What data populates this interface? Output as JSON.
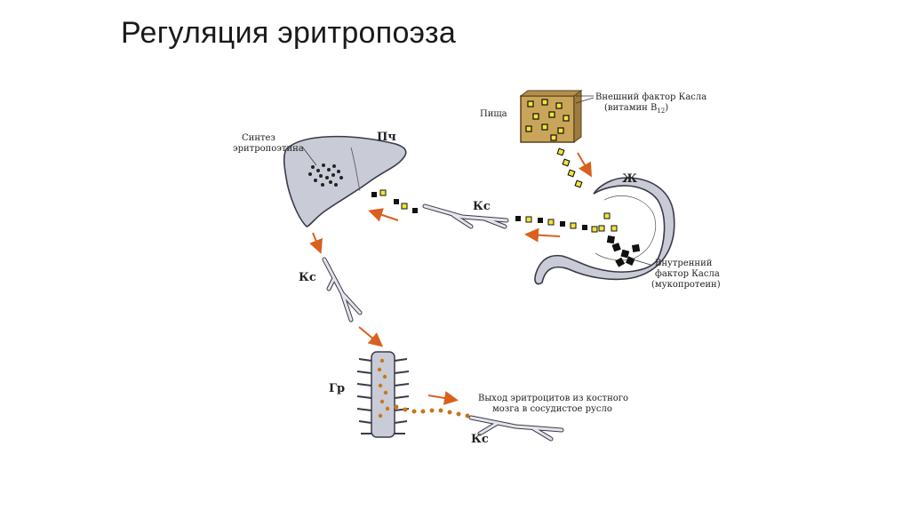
{
  "slide": {
    "title": "Регуляция эритропоэза"
  },
  "diagram": {
    "liver": {
      "abbr": "Пч",
      "synth_line1": "Синтез",
      "synth_line2": "эритропоэтина"
    },
    "food": {
      "label": "Пища",
      "ext_factor_line1": "Внешний фактор Касла",
      "ext_factor_line2": "(витамин B",
      "ext_factor_sub": "12",
      "ext_factor_close": ")"
    },
    "stomach": {
      "abbr": "Ж",
      "int_factor_line1": "Внутренний",
      "int_factor_line2": "фактор Касла",
      "int_factor_line3": "(мукопротеин)"
    },
    "vessels": {
      "ks_top": "Кс",
      "ks_left": "Кс",
      "ks_bottom": "Кс"
    },
    "bone_marrow": {
      "abbr": "Гр",
      "exit_line1": "Выход эритроцитов из костного",
      "exit_line2": "мозга в сосудистое русло"
    },
    "colors": {
      "arrow": "#d9601e",
      "dot_yellow": "#f2e33a",
      "dot_black": "#111111",
      "dot_brown": "#c8761e",
      "organ_fill": "#c9cbd6",
      "organ_stroke": "#3a3a48",
      "food_fill": "#c9a55a"
    }
  }
}
